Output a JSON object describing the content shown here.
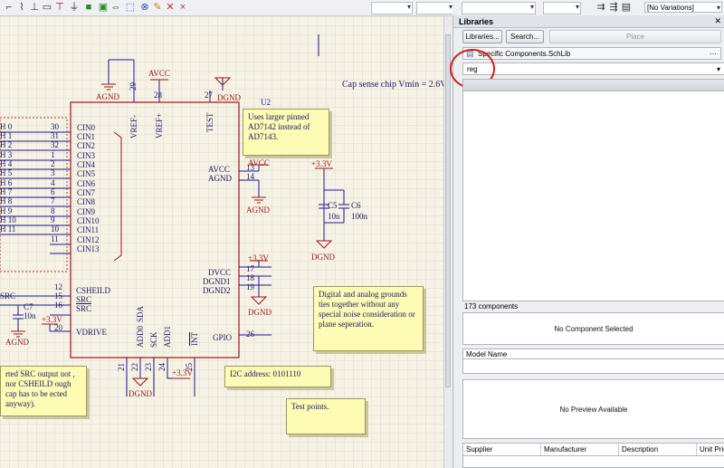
{
  "toolbar": {
    "icons": [
      "wire-icon",
      "bus-icon",
      "net-label-icon",
      "port-icon",
      "power-port-icon",
      "part-icon",
      "sheet-icon",
      "sheet-entry-icon",
      "directive-icon",
      "no-erc-icon"
    ],
    "variant_combo": "[No Variations]"
  },
  "schematic": {
    "labels": {
      "avcc_top": "AVCC",
      "agnd_top": "AGND",
      "dgnd_top": "DGND",
      "cap_note": "Cap sense chip Vmin = 2.6V",
      "designator": "U2",
      "pin29": "29",
      "pin28": "28",
      "pin27": "27",
      "vref_minus": "VREF-",
      "vref_plus": "VREF+",
      "test": "TEST",
      "avcc_pin": "AVCC",
      "agnd_pin": "AGND",
      "pin13": "13",
      "pin14": "14",
      "avcc_rail": "AVCC",
      "agnd_rail": "AGND",
      "v33_a": "+3.3V",
      "c5": "C5",
      "c5v": "10n",
      "c6": "C6",
      "c6v": "100n",
      "dgnd_caps": "DGND",
      "dvcc": "DVCC",
      "dgnd1": "DGND1",
      "dgnd2": "DGND2",
      "pin17": "17",
      "pin18": "18",
      "pin19": "19",
      "v33_b": "+3.3V",
      "dgnd_b": "DGND",
      "cshield": "CSHEILD",
      "src": "SRC",
      "src_bar": "SRC",
      "pin12": "12",
      "pin15": "15",
      "pin16": "16",
      "pin20": "20",
      "vdrive": "VDRIVE",
      "c7": "C7",
      "c7v": "10n",
      "src_net": "SRC",
      "v33_c": "+3.3V",
      "agnd_c": "AGND",
      "sda": "SDA",
      "add0": "ADD0",
      "sck": "SCK",
      "add1": "ADD1",
      "int": "INT",
      "gpio": "GPIO",
      "pin26": "26",
      "pin21": "21",
      "pin22": "22",
      "pin23": "23",
      "pin24": "24",
      "pin25": "25",
      "dgnd_c": "DGND",
      "v33_d": "+3.3V"
    },
    "cin_pins": [
      {
        "name": "CIN0",
        "num": "30",
        "net": "H 0"
      },
      {
        "name": "CIN1",
        "num": "31",
        "net": "H 1"
      },
      {
        "name": "CIN2",
        "num": "32",
        "net": "H 2"
      },
      {
        "name": "CIN3",
        "num": "1",
        "net": "H 3"
      },
      {
        "name": "CIN4",
        "num": "2",
        "net": "H 4"
      },
      {
        "name": "CIN5",
        "num": "3",
        "net": "H 5"
      },
      {
        "name": "CIN6",
        "num": "4",
        "net": "H 6"
      },
      {
        "name": "CIN7",
        "num": "6",
        "net": "H 7"
      },
      {
        "name": "CIN8",
        "num": "7",
        "net": "H 8"
      },
      {
        "name": "CIN9",
        "num": "8",
        "net": "H 9"
      },
      {
        "name": "CIN10",
        "num": "9",
        "net": "H 10"
      },
      {
        "name": "CIN11",
        "num": "10",
        "net": "H 11"
      },
      {
        "name": "CIN12",
        "num": "11",
        "net": ""
      },
      {
        "name": "CIN13",
        "num": "",
        "net": ""
      }
    ],
    "notes": {
      "larger_pinned": "Uses larger pinned AD7142 instead of AD7143.",
      "grounds": "Digital and analog grounds ties together without any special noise consideration or plane seperation.",
      "src_note": "rted SRC output not , nor CSHEILD ough cap has to be ected anyway).",
      "i2c": "I2C address: 0101110",
      "test_points": "Test points."
    }
  },
  "libraries_panel": {
    "title": "Libraries",
    "libraries_button": "Libraries...",
    "search_button": "Search...",
    "place_button": "Place",
    "library_combo": "Specific Components.SchLib",
    "filter_value": "reg",
    "component_count": "173 components",
    "no_component": "No Component Selected",
    "model_name_header": "Model Name",
    "no_preview": "No Preview Available",
    "supplier_cols": [
      "Supplier",
      "Manufacturer",
      "Description",
      "Unit Price"
    ]
  },
  "colors": {
    "wire": "#1a1a99",
    "power": "#9a1818",
    "highlight_circle": "#d0201c"
  }
}
